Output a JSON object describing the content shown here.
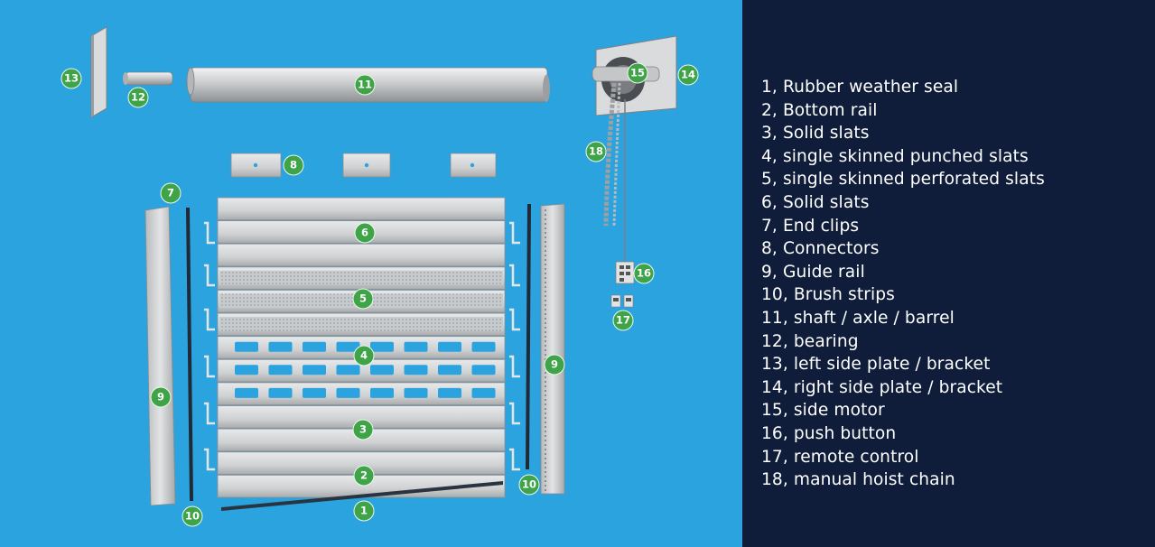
{
  "colors": {
    "diagram_background": "#2aa3df",
    "legend_background": "#0f1d3b",
    "callout_fill": "#3ea447",
    "slat_fill": "#cfd1d3",
    "slot_fill": "#2aa3df"
  },
  "callouts": {
    "c1": "1",
    "c2": "2",
    "c3": "3",
    "c4": "4",
    "c5": "5",
    "c6": "6",
    "c7": "7",
    "c8": "8",
    "c9_left": "9",
    "c9_right": "9",
    "c10_left": "10",
    "c10_right": "10",
    "c11": "11",
    "c12": "12",
    "c13": "13",
    "c14": "14",
    "c15": "15",
    "c16": "16",
    "c17": "17",
    "c18": "18"
  },
  "legend": [
    "1, Rubber weather seal",
    "2, Bottom rail",
    "3, Solid slats",
    "4, single skinned punched slats",
    "5, single skinned perforated slats",
    "6, Solid slats",
    "7, End clips",
    "8, Connectors",
    "9, Guide rail",
    "10, Brush strips",
    "11, shaft / axle / barrel",
    "12, bearing",
    "13, left side plate / bracket",
    "14, right side plate / bracket",
    "15, side motor",
    "16, push button",
    "17, remote control",
    "18, manual hoist chain"
  ]
}
